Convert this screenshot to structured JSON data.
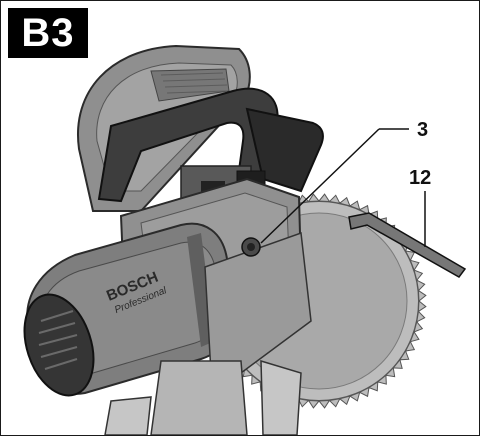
{
  "figure": {
    "badge": "B3",
    "callouts": [
      "3",
      "12"
    ],
    "logo_text": "BOSCH",
    "sub_logo_text": "Professional"
  },
  "colors": {
    "body_gray": "#8c8c8c",
    "dark_gray": "#3a3a3a",
    "light_gray": "#c6c6c6",
    "blade": "#bdbdbd",
    "badge_bg": "#000000"
  }
}
